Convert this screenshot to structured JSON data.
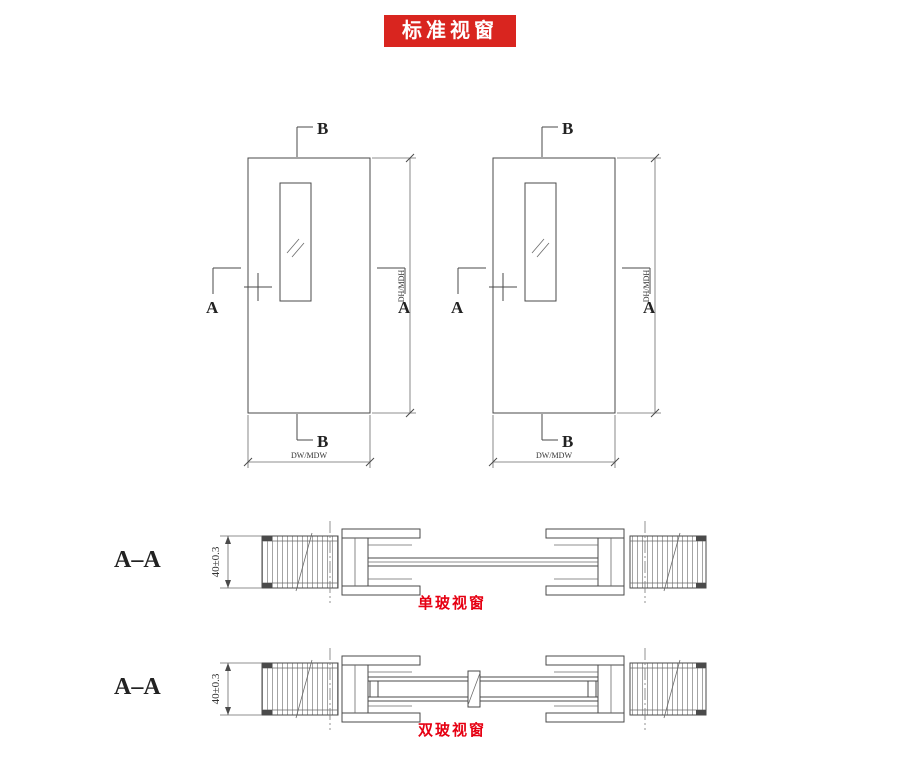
{
  "title": "标准视窗",
  "colors": {
    "banner_bg": "#d9251f",
    "caption_red": "#e60012",
    "line": "#4a4a4a"
  },
  "elevations": {
    "section_b_top": "B",
    "section_b_bottom": "B",
    "section_a_left": "A",
    "section_a_right": "A",
    "width_dim": "DW/MDW",
    "height_dim": "DH/MDH"
  },
  "sections": [
    {
      "label": "A–A",
      "dim": "40±0.3",
      "caption": "单玻视窗"
    },
    {
      "label": "A–A",
      "dim": "40±0.3",
      "caption": "双玻视窗"
    }
  ]
}
